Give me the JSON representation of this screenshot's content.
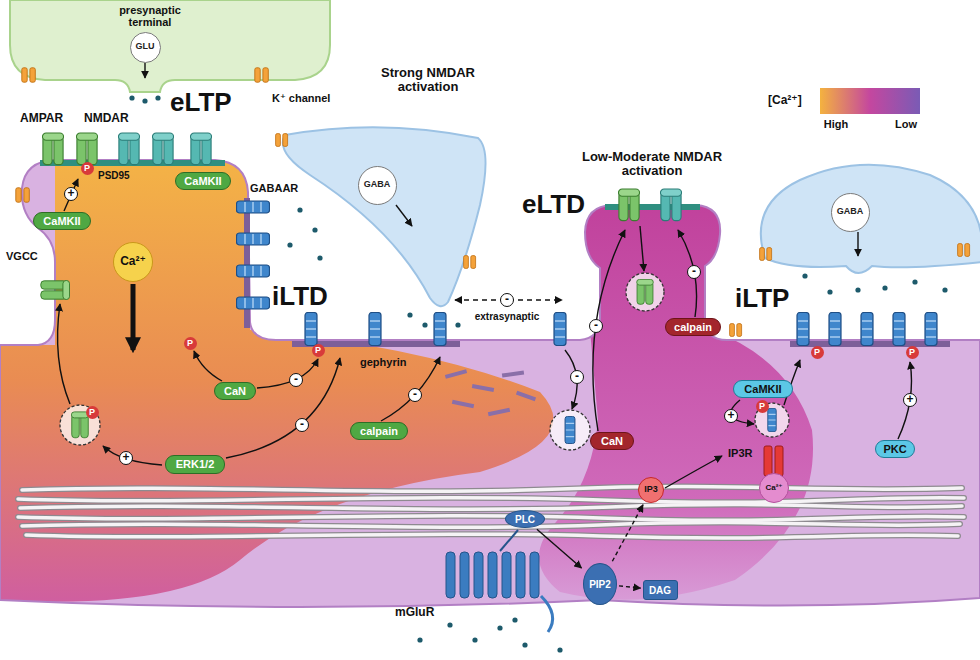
{
  "diagram": {
    "nodes": [
      {
        "text": [
          "GLU"
        ]
      },
      {
        "text": [
          "CaMKII"
        ]
      },
      {
        "text": [
          "CaMKII"
        ]
      },
      {
        "text": [
          "Ca²⁺"
        ]
      },
      {
        "text": [
          "GABA"
        ]
      },
      {
        "text": [
          "CaN"
        ]
      },
      {
        "text": [
          "calpain"
        ]
      },
      {
        "text": [
          "ERK1/2"
        ]
      },
      {
        "text": [
          "GABA"
        ]
      },
      {
        "text": [
          "calpain"
        ]
      },
      {
        "text": [
          "CaN"
        ]
      },
      {
        "text": [
          "CaMKII"
        ]
      },
      {
        "text": [
          "PKC"
        ]
      },
      {
        "text": [
          "IP3"
        ]
      },
      {
        "text": [
          "PLC"
        ]
      },
      {
        "text": [
          "PIP2"
        ]
      },
      {
        "text": [
          "DAG"
        ]
      },
      {
        "text": [
          "Ca²⁺"
        ]
      }
    ],
    "edges": [
      {
        "from": 14,
        "to": 15,
        "arrow": "to"
      },
      {
        "from": 15,
        "to": 13,
        "arrow": "to"
      },
      {
        "from": 15,
        "to": 16,
        "arrow": "to"
      }
    ],
    "labels": [
      "presynaptic terminal",
      "K⁺ channel",
      "AMPAR",
      "NMDAR",
      "eLTP",
      "PSD95",
      "GABAAR",
      "VGCC",
      "Strong NMDAR activation",
      "iLTD",
      "gephyrin",
      "extrasynaptic",
      "Low-Moderate NMDAR activation",
      "eLTD",
      "iLTP",
      "IP3R",
      "mGluR",
      "[Ca²⁺]",
      "+",
      "P",
      "P",
      "-",
      "-",
      "-",
      "P",
      "P",
      "+",
      "-",
      "-",
      "-",
      "-",
      "+",
      "P",
      "P",
      "P",
      "+"
    ],
    "legend": [
      {
        "text": "High",
        "color": "#f4b23f"
      },
      {
        "text": "Low",
        "color": "#7a5bb5"
      }
    ]
  }
}
